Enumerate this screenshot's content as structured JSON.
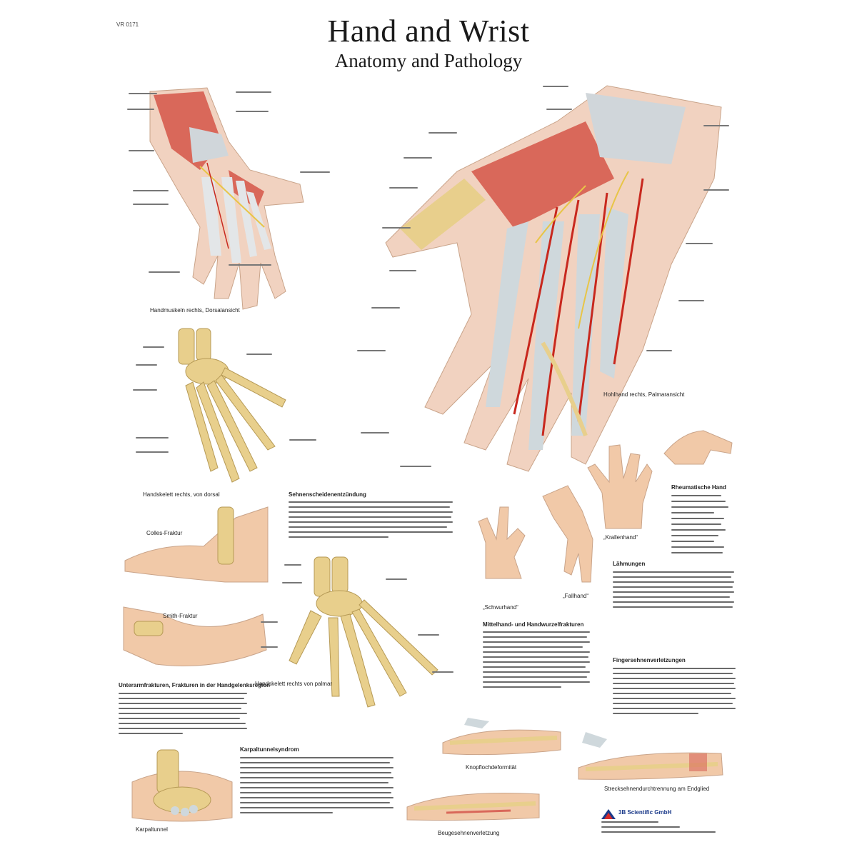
{
  "header": {
    "code": "VR 0171",
    "title": "Hand and Wrist",
    "subtitle": "Anatomy and Pathology"
  },
  "captions": {
    "palmar_muscles": "Handmuskeln rechts, Dorsalansicht",
    "palm_main": "Hohlhand rechts, Palmaransicht",
    "skeleton_dorsal": "Handskelett rechts, von dorsal",
    "skeleton_palmar": "Handskelett rechts von palmar",
    "colles": "Colles-Fraktur",
    "smith": "Smith-Fraktur",
    "schwurhand": "„Schwurhand“",
    "fallhand": "„Fallhand“",
    "krallenhand": "„Krallenhand“",
    "knopfloch": "Knopflochdeformität",
    "beuge": "Beugesehnenverletzung",
    "strecksehne": "Strecksehnendurchtrennung am Endglied",
    "karpal_small": "Karpaltunnel"
  },
  "headings": {
    "sehnenscheiden": "Sehnenscheidenentzündung",
    "rheuma": "Rheumatische Hand",
    "laehmungen": "Lähmungen",
    "mittelhand": "Mittelhand- und Handwurzelfrakturen",
    "finger": "Fingersehnenverletzungen",
    "unterarm": "Unterarmfrakturen, Frakturen in der Handgelenksregion",
    "karpaltunnel": "Karpaltunnelsyndrom"
  },
  "publisher": "3B Scientific GmbH",
  "colors": {
    "muscle": "#d9685a",
    "bone": "#e8cf8c",
    "nerve": "#e8c547",
    "artery": "#c8281e",
    "skin": "#f1c9a8",
    "tendon": "#cfd8dc"
  }
}
